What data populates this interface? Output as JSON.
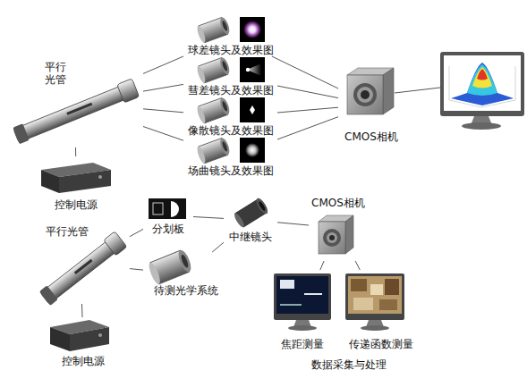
{
  "diagram": {
    "nodes": [
      {
        "text": [
          "平行光管"
        ]
      },
      {
        "text": [
          "控制电源"
        ]
      },
      {
        "text": [
          "球差镜头及效果图"
        ]
      },
      {
        "text": [
          "彗差镜头及效果图"
        ]
      },
      {
        "text": [
          "像散镜头及效果图"
        ]
      },
      {
        "text": [
          "场曲镜头及效果图"
        ]
      },
      {
        "text": [
          "CMOS相机"
        ]
      },
      {
        "text": [
          "平行光管"
        ]
      },
      {
        "text": [
          "控制电源"
        ]
      },
      {
        "text": [
          "分划板"
        ]
      },
      {
        "text": [
          "待测光学系统"
        ]
      },
      {
        "text": [
          "中继镜头"
        ]
      },
      {
        "text": [
          "CMOS相机"
        ]
      },
      {
        "text": [
          "焦距测量"
        ]
      },
      {
        "text": [
          "传递函数测量"
        ]
      }
    ],
    "edges": [
      {
        "from": 0,
        "to": 1,
        "arrow": "none"
      },
      {
        "from": 0,
        "to": 2,
        "arrow": "none"
      },
      {
        "from": 0,
        "to": 3,
        "arrow": "none"
      },
      {
        "from": 0,
        "to": 4,
        "arrow": "none"
      },
      {
        "from": 0,
        "to": 5,
        "arrow": "none"
      },
      {
        "from": 2,
        "to": 6,
        "arrow": "none"
      },
      {
        "from": 3,
        "to": 6,
        "arrow": "none"
      },
      {
        "from": 4,
        "to": 6,
        "arrow": "none"
      },
      {
        "from": 5,
        "to": 6,
        "arrow": "none"
      },
      {
        "from": 7,
        "to": 8,
        "arrow": "none"
      },
      {
        "from": 7,
        "to": 9,
        "arrow": "none"
      },
      {
        "from": 7,
        "to": 10,
        "arrow": "none"
      },
      {
        "from": 9,
        "to": 11,
        "arrow": "none"
      },
      {
        "from": 10,
        "to": 11,
        "arrow": "none"
      },
      {
        "from": 11,
        "to": 12,
        "arrow": "none"
      },
      {
        "from": 12,
        "to": 13,
        "arrow": "none"
      },
      {
        "from": 12,
        "to": 14,
        "arrow": "none"
      }
    ],
    "labels": [
      "数据采集与处理"
    ]
  }
}
